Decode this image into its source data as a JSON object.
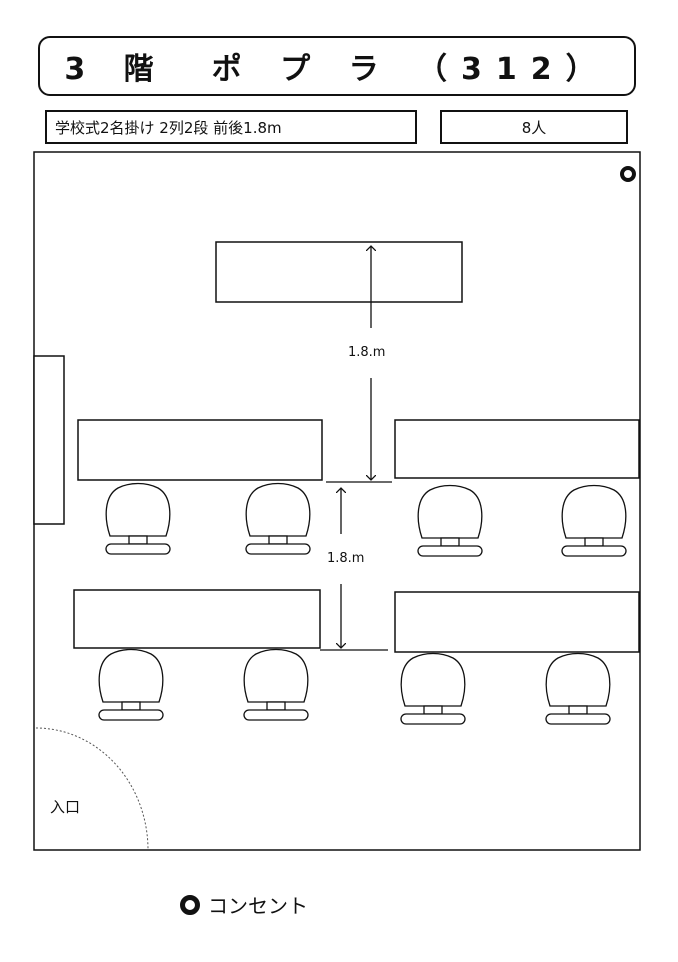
{
  "title": "3 階　ポ プ ラ （312）",
  "layout_label": "学校式2名掛け  2列2段  前後1.8m",
  "capacity_label": "8人",
  "dimension_label_front": "1.8.m",
  "dimension_label_rows": "1.8.m",
  "entrance_label": "入口",
  "legend": {
    "outlet_label": "コンセント"
  }
}
